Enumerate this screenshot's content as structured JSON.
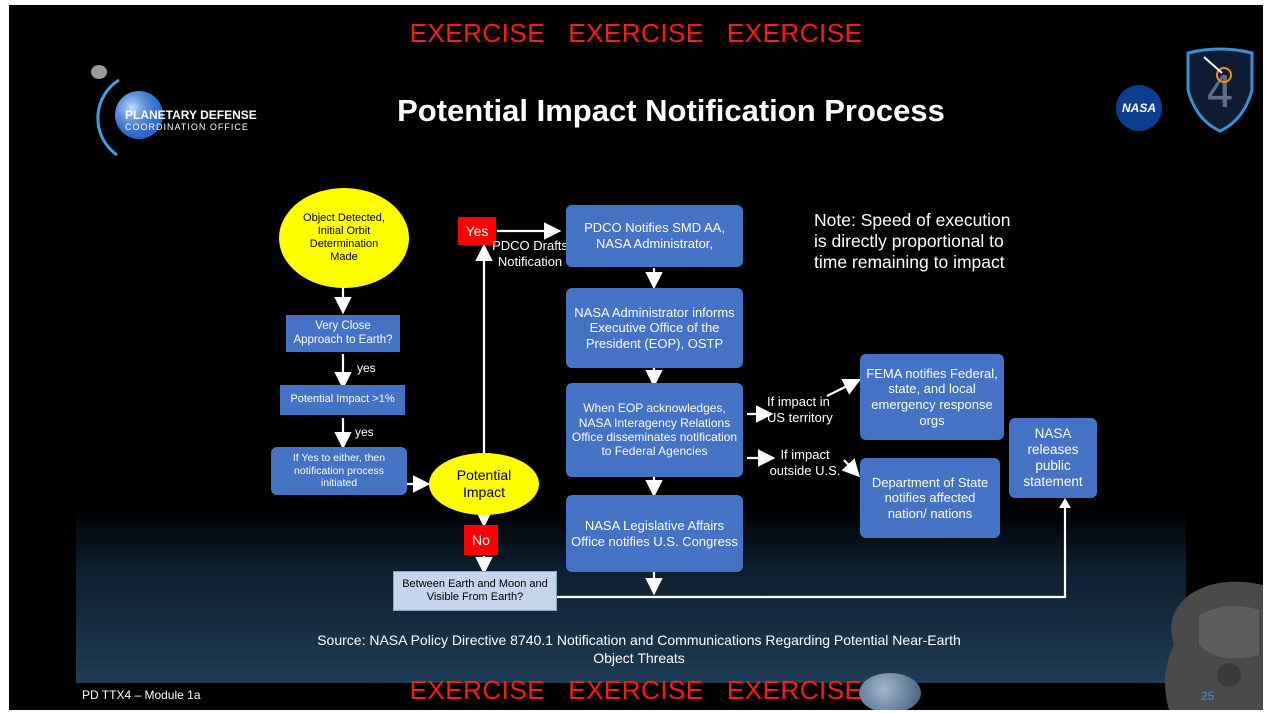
{
  "exercise_banner": "EXERCISE   EXERCISE   EXERCISE",
  "title": "Potential Impact Notification Process",
  "logo": {
    "pdco_line1": "PLANETARY DEFENSE",
    "pdco_line2": "COORDINATION OFFICE",
    "nasa": "NASA"
  },
  "flow": {
    "object_detected": "Object Detected, Initial Orbit Determination Made",
    "very_close": "Very Close Approach to Earth?",
    "yes_lower": "yes",
    "potential_impact_pct": "Potential Impact >1%",
    "notification_initiated": "If Yes to either, then notification process initiated",
    "potential_impact": "Potential Impact",
    "yes": "Yes",
    "no": "No",
    "pdco_drafts": "PDCO Drafts Notification",
    "between_earth_moon": "Between Earth and Moon and Visible From Earth?",
    "pdco_notifies": "PDCO Notifies SMD AA, NASA Administrator,",
    "nasa_admin_informs": "NASA Administrator informs Executive Office of the President (EOP), OSTP",
    "eop_acknowledges": "When EOP acknowledges, NASA Interagency Relations Office disseminates notification to Federal Agencies",
    "legislative_affairs": "NASA Legislative Affairs Office notifies U.S. Congress",
    "if_impact_us": "If impact in US territory",
    "if_impact_outside": "If impact outside U.S.",
    "fema_notifies": "FEMA notifies Federal, state, and local emergency response orgs",
    "state_dept_notifies": "Department of State notifies affected nation/ nations",
    "nasa_releases": "NASA releases public statement"
  },
  "note": "Note: Speed of execution is directly proportional to time remaining to impact",
  "source": "Source: NASA Policy Directive 8740.1 Notification and Communications Regarding Potential Near-Earth Object Threats",
  "footer": "PD TTX4 – Module 1a",
  "page_number": "25"
}
